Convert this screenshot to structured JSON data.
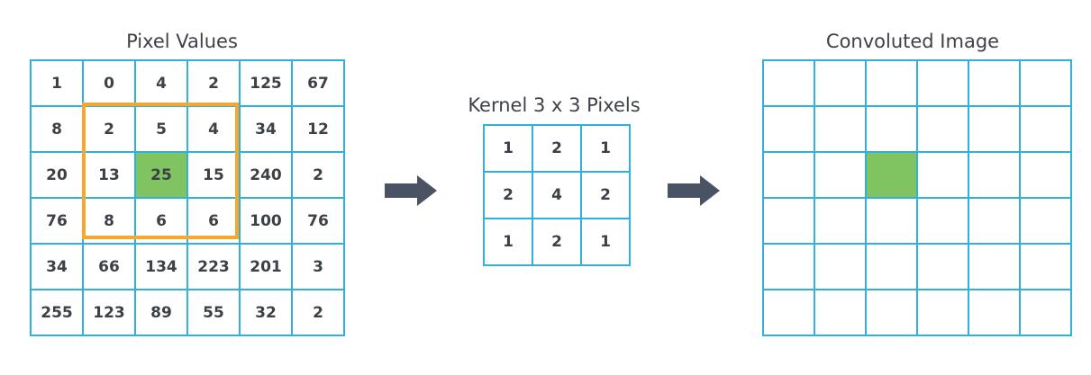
{
  "pixel_values": {
    "title": "Pixel Values",
    "rows": [
      [
        "1",
        "0",
        "4",
        "2",
        "125",
        "67"
      ],
      [
        "8",
        "2",
        "5",
        "4",
        "34",
        "12"
      ],
      [
        "20",
        "13",
        "25",
        "15",
        "240",
        "2"
      ],
      [
        "76",
        "8",
        "6",
        "6",
        "100",
        "76"
      ],
      [
        "34",
        "66",
        "134",
        "223",
        "201",
        "3"
      ],
      [
        "255",
        "123",
        "89",
        "55",
        "32",
        "2"
      ]
    ],
    "highlight_cell": [
      2,
      2
    ],
    "highlight_color": "#80c462",
    "window_rows": [
      1,
      3
    ],
    "window_cols": [
      1,
      3
    ],
    "window_color": "#f4a82d"
  },
  "kernel": {
    "title": "Kernel 3 x 3 Pixels",
    "rows": [
      [
        "1",
        "2",
        "1"
      ],
      [
        "2",
        "4",
        "2"
      ],
      [
        "1",
        "2",
        "1"
      ]
    ]
  },
  "convoluted_image": {
    "title": "Convoluted Image",
    "rows": 6,
    "cols": 6,
    "highlight_cell": [
      2,
      2
    ],
    "highlight_color": "#80c462"
  },
  "colors": {
    "grid_line": "#2fb0dd",
    "arrow": "#4a5363",
    "text": "#3c4148"
  },
  "icons": [
    "right-arrow-icon",
    "right-arrow-icon"
  ]
}
